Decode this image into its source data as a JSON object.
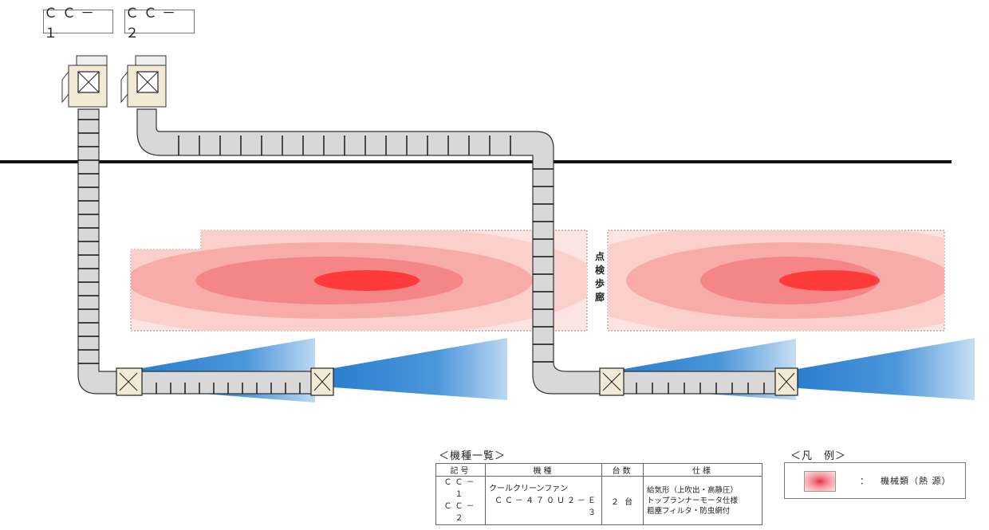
{
  "units": [
    {
      "label": "ＣＣ－１"
    },
    {
      "label": "ＣＣ－２"
    }
  ],
  "walkway_label": [
    "点",
    "検",
    "歩",
    "廊"
  ],
  "equipment_list": {
    "title": "＜機種一覧＞",
    "headers": {
      "symbol": "記号",
      "model": "機種",
      "count": "台数",
      "spec": "仕様"
    },
    "row": {
      "symbols": [
        "ＣＣ－１",
        "ＣＣ－２"
      ],
      "model_line1": "クールクリーンファン",
      "model_line2": "ＣＣ－４７０Ｕ２－Ｅ３",
      "count": "２ 台",
      "spec_lines": [
        "給気形（上吹出・高静圧）",
        "トップランナーモータ仕様",
        "粗塵フィルタ・防虫網付"
      ]
    }
  },
  "legend": {
    "title": "＜凡　例＞",
    "colon": "：",
    "item": "機械類（熱 源）"
  },
  "colors": {
    "heat_core": "#ff3a3a",
    "heat_mid": "#f78d8d",
    "heat_outer": "#fbd2cd",
    "jet_blue": "#2b7fd0",
    "duct_fill": "#d8d8d8"
  }
}
